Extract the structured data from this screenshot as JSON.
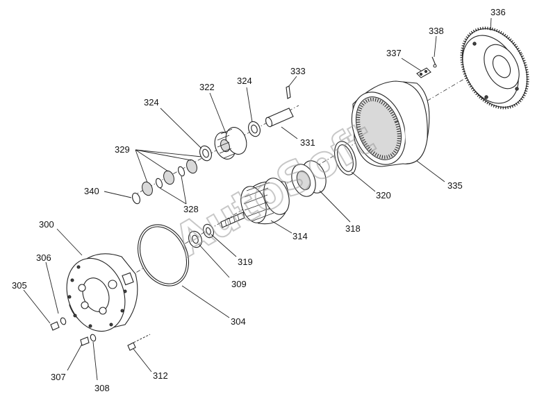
{
  "watermark": "AutoSoft",
  "callouts": [
    {
      "id": "c336",
      "text": "336"
    },
    {
      "id": "c338",
      "text": "338"
    },
    {
      "id": "c337",
      "text": "337"
    },
    {
      "id": "c333",
      "text": "333"
    },
    {
      "id": "c322",
      "text": "322"
    },
    {
      "id": "c324a",
      "text": "324"
    },
    {
      "id": "c324b",
      "text": "324"
    },
    {
      "id": "c331",
      "text": "331"
    },
    {
      "id": "c329",
      "text": "329"
    },
    {
      "id": "c340",
      "text": "340"
    },
    {
      "id": "c328",
      "text": "328"
    },
    {
      "id": "c320",
      "text": "320"
    },
    {
      "id": "c335",
      "text": "335"
    },
    {
      "id": "c318",
      "text": "318"
    },
    {
      "id": "c314",
      "text": "314"
    },
    {
      "id": "c300",
      "text": "300"
    },
    {
      "id": "c306",
      "text": "306"
    },
    {
      "id": "c305",
      "text": "305"
    },
    {
      "id": "c319",
      "text": "319"
    },
    {
      "id": "c309",
      "text": "309"
    },
    {
      "id": "c304",
      "text": "304"
    },
    {
      "id": "c307",
      "text": "307"
    },
    {
      "id": "c308",
      "text": "308"
    },
    {
      "id": "c312",
      "text": "312"
    }
  ]
}
